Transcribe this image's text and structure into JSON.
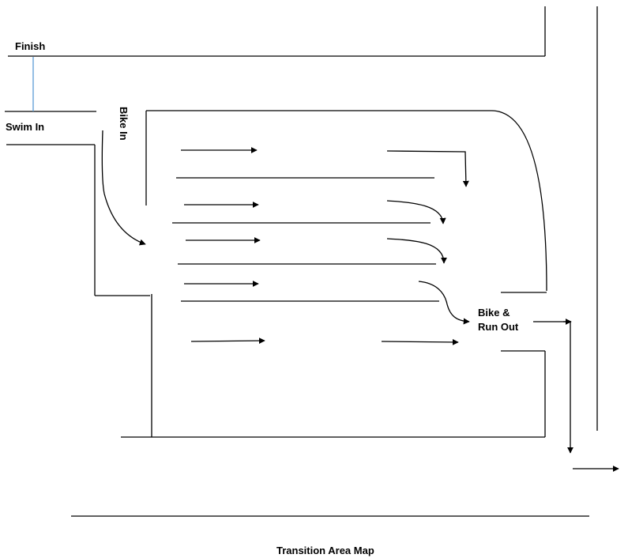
{
  "labels": {
    "finish": "Finish",
    "swim_in": "Swim In",
    "bike_in": "Bike In",
    "bike_run_out_line1": "Bike &",
    "bike_run_out_line2": "Run Out",
    "caption": "Transition Area Map"
  },
  "colors": {
    "line": "#000000",
    "finish_connector": "#5b9bd5",
    "background": "#ffffff"
  }
}
